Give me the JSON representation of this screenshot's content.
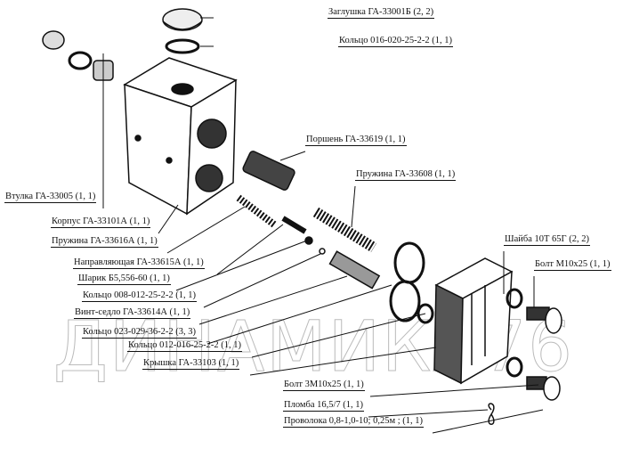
{
  "watermark": "ДИНАМИКА76",
  "parts": [
    {
      "id": "zaglushka",
      "label": "Заглушка ГА-33001Б (2, 2)"
    },
    {
      "id": "kolco016",
      "label": "Кольцо 016-020-25-2-2 (1, 1)"
    },
    {
      "id": "vtulka",
      "label": "Втулка ГА-33005 (1, 1)"
    },
    {
      "id": "korpus",
      "label": "Корпус ГА-33101А (1, 1)"
    },
    {
      "id": "pruzhina33616",
      "label": "Пружина ГА-33616А (1, 1)"
    },
    {
      "id": "napravl",
      "label": "Направляющая ГА-33615А (1, 1)"
    },
    {
      "id": "sharik",
      "label": "Шарик Б5,556-60 (1, 1)"
    },
    {
      "id": "kolco008",
      "label": "Кольцо 008-012-25-2-2 (1, 1)"
    },
    {
      "id": "vint",
      "label": "Винт-седло ГА-33614А (1, 1)"
    },
    {
      "id": "kolco023",
      "label": "Кольцо 023-029-36-2-2 (3, 3)"
    },
    {
      "id": "kolco012",
      "label": "Кольцо 012-016-25-2-2 (1, 1)"
    },
    {
      "id": "kryshka",
      "label": "Крышка ГА-33103 (1, 1)"
    },
    {
      "id": "porshen",
      "label": "Поршень ГА-33619 (1, 1)"
    },
    {
      "id": "pruzhina33608",
      "label": "Пружина ГА-33608 (1, 1)"
    },
    {
      "id": "shaiba",
      "label": "Шайба 10Т 65Г (2, 2)"
    },
    {
      "id": "boltM10",
      "label": "Болт М10х25 (1, 1)"
    },
    {
      "id": "bolt3M10",
      "label": "Болт 3М10х25 (1, 1)"
    },
    {
      "id": "plomba",
      "label": "Пломба 16,5/7 (1, 1)"
    },
    {
      "id": "provoloka",
      "label": "Проволока 0,8-1,0-10; 0,25м ; (1, 1)"
    }
  ]
}
